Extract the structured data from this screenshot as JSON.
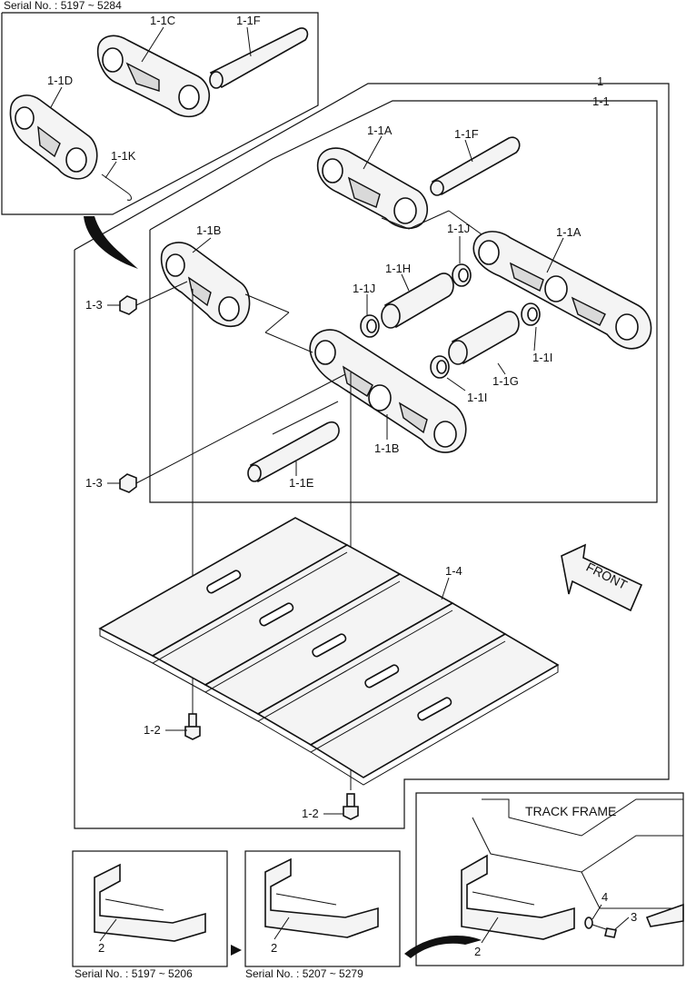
{
  "serials": {
    "top": "Serial No. : 5197 ~ 5284",
    "bottom_left": "Serial No. : 5197 ~ 5206",
    "bottom_mid": "Serial No. : 5207 ~ 5279"
  },
  "labels": {
    "l_1": "1",
    "l_1_1": "1-1",
    "l_1_1A_top": "1-1A",
    "l_1_1F_top": "1-1F",
    "l_1_1A_right": "1-1A",
    "l_1_1B_top": "1-1B",
    "l_1_1J_top": "1-1J",
    "l_1_1H": "1-1H",
    "l_1_1J_left": "1-1J",
    "l_1_3_top": "1-3",
    "l_1_1I_right": "1-1I",
    "l_1_1G": "1-1G",
    "l_1_1I_mid": "1-1I",
    "l_1_1B_bottom": "1-1B",
    "l_1_1E": "1-1E",
    "l_1_3_bottom": "1-3",
    "l_1_1C": "1-1C",
    "l_1_1F_inset": "1-1F",
    "l_1_1D": "1-1D",
    "l_1_1K": "1-1K",
    "l_1_4": "1-4",
    "l_1_2_top": "1-2",
    "l_1_2_bottom": "1-2",
    "l_2_left": "2",
    "l_2_mid": "2",
    "l_2_right": "2",
    "l_3": "3",
    "l_4": "4"
  },
  "front_arrow": "FRONT",
  "track_frame": "TRACK FRAME",
  "colors": {
    "ink": "#111111",
    "paper": "#ffffff",
    "shade": "#d9d9d9",
    "face": "#f4f4f4"
  }
}
